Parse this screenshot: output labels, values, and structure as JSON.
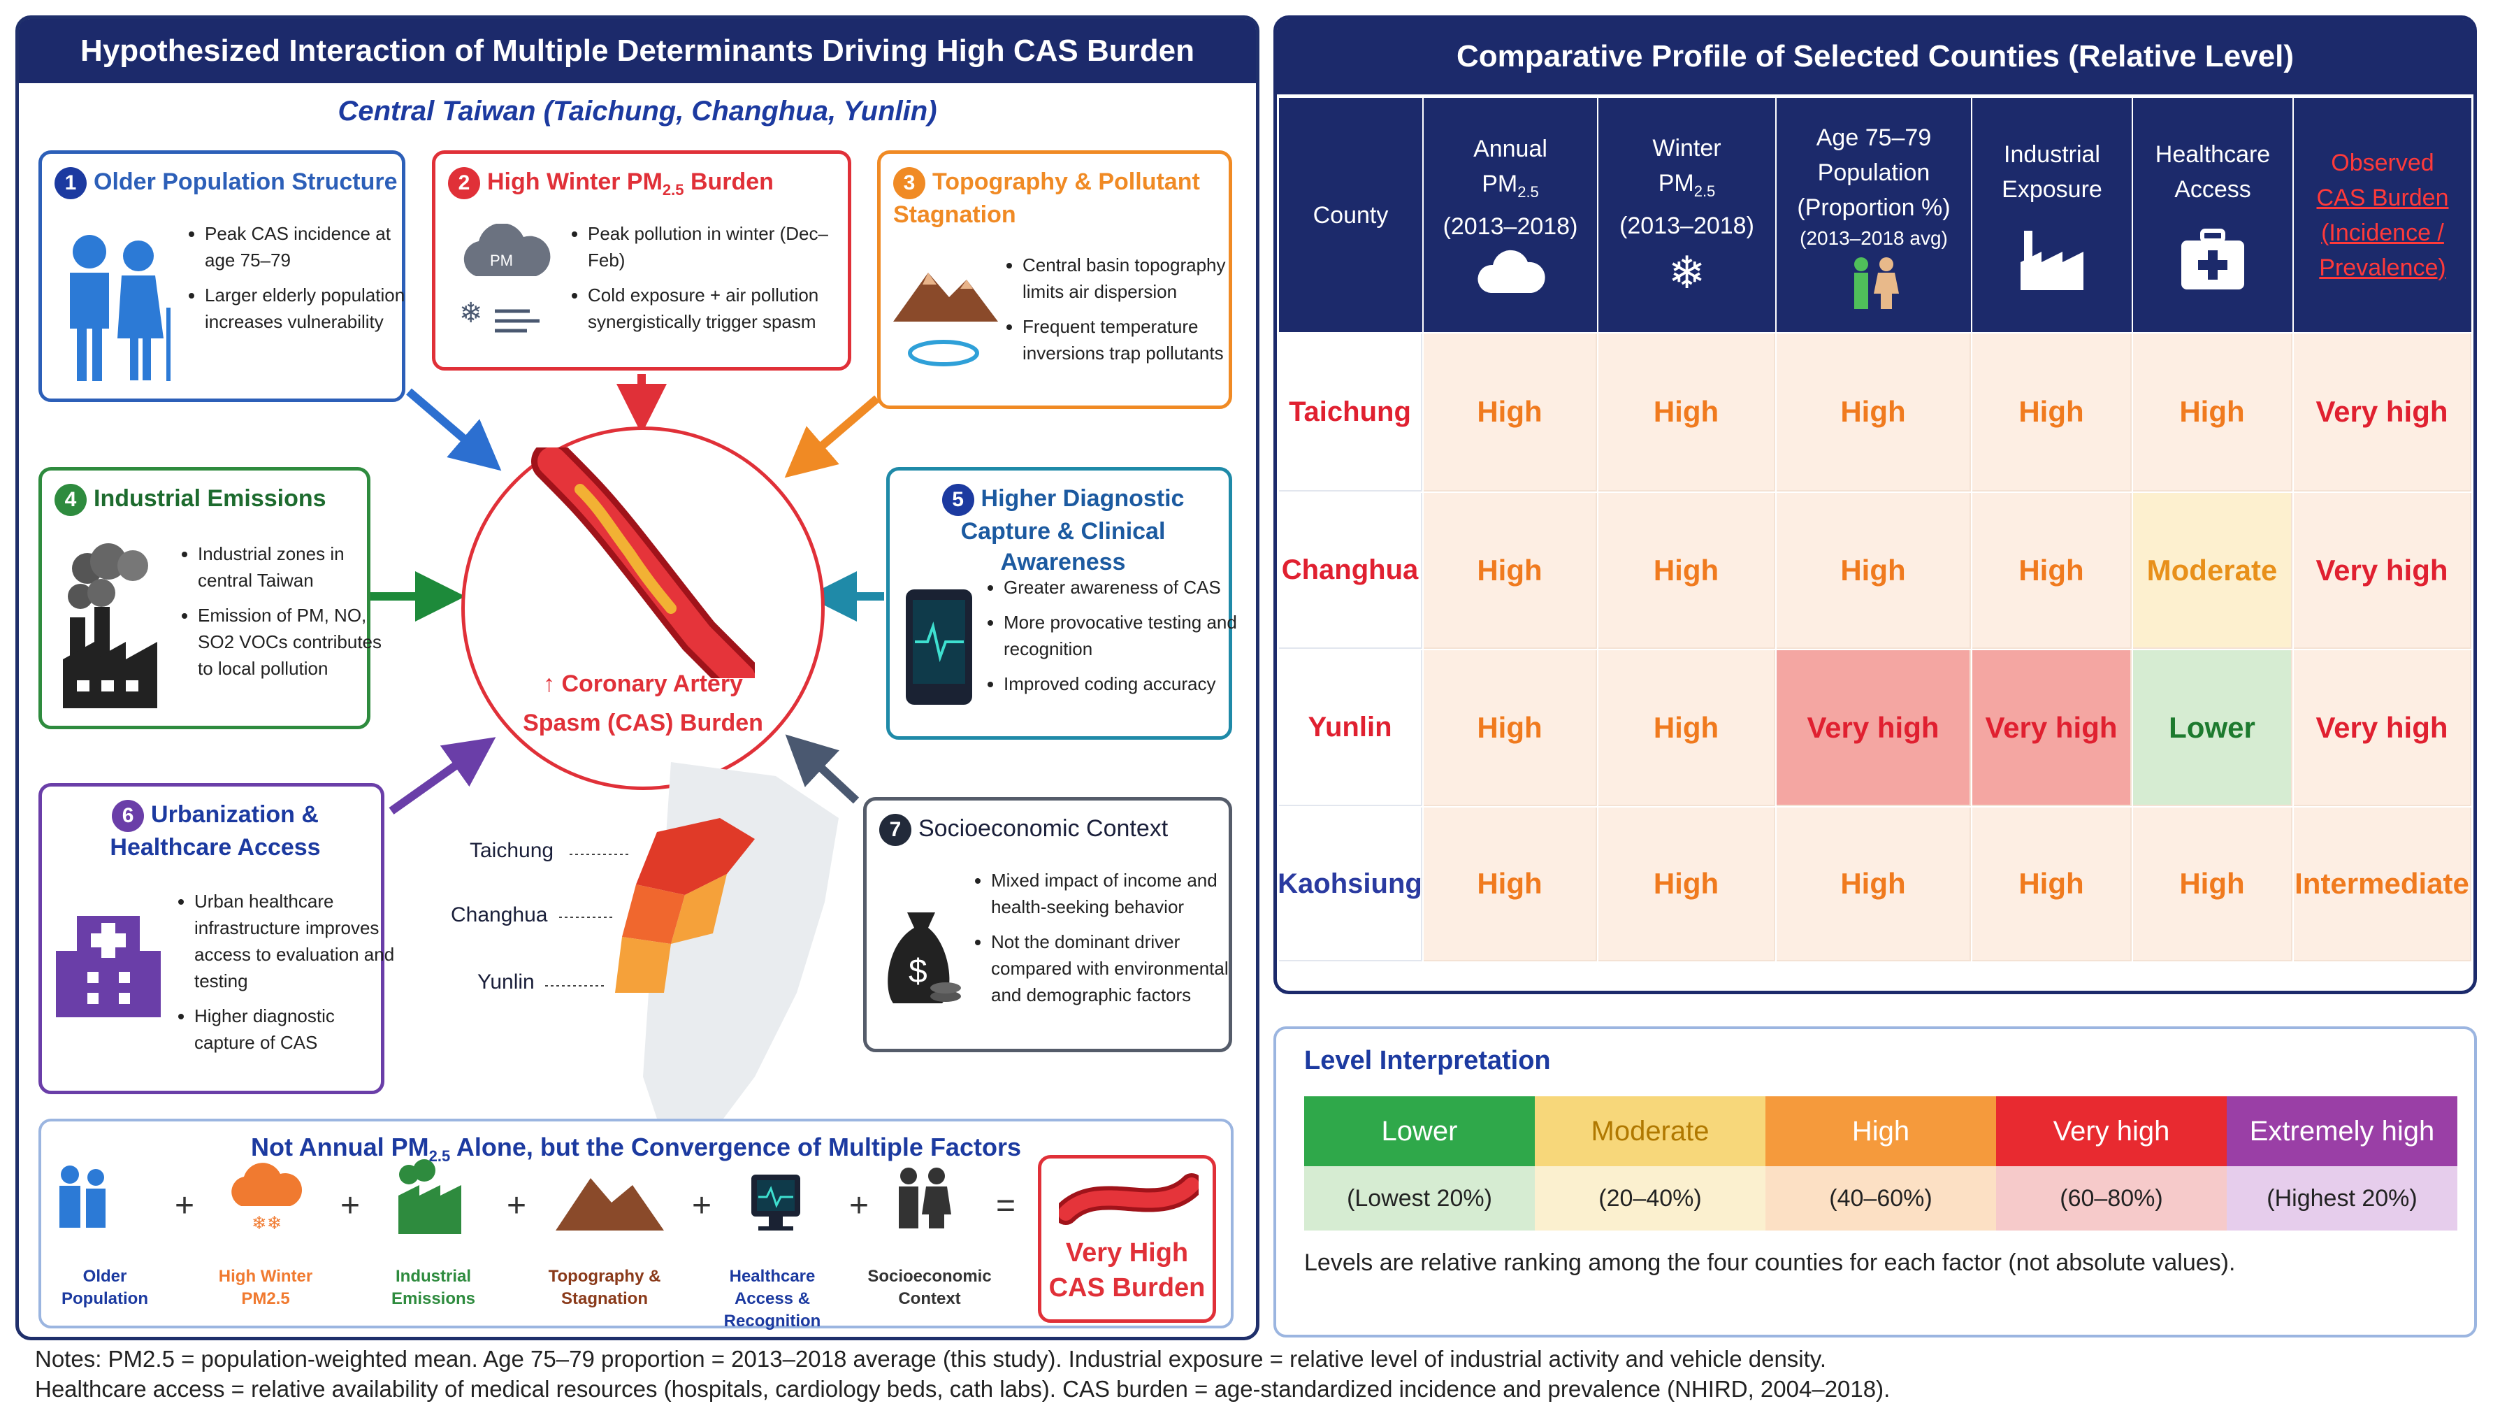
{
  "left_panel": {
    "title": "Hypothesized Interaction of Multiple Determinants Driving High CAS Burden",
    "region": "Central Taiwan (Taichung, Changhua, Yunlin)",
    "factors": [
      {
        "num": "1",
        "title": "Older Population Structure",
        "bullets": [
          "Peak CAS incidence at age 75–79",
          "Larger elderly population increases vulnerability"
        ],
        "color": "#2c5fb8"
      },
      {
        "num": "2",
        "title": "High Winter PM",
        "title_sub": "2.5",
        "title_tail": " Burden",
        "bullets": [
          "Peak pollution in winter (Dec–Feb)",
          "Cold exposure + air pollution synergistically trigger spasm"
        ],
        "color": "#e03038"
      },
      {
        "num": "3",
        "title": "Topography & Pollutant Stagnation",
        "bullets": [
          "Central basin topography limits air dispersion",
          "Frequent temperature inversions trap pollutants"
        ],
        "color": "#f08a24"
      },
      {
        "num": "4",
        "title": "Industrial Emissions",
        "bullets": [
          "Industrial zones in central Taiwan",
          "Emission of PM, NO, SO2 VOCs contributes to local pollution"
        ],
        "color": "#2e8b3e"
      },
      {
        "num": "5",
        "title": "Higher Diagnostic Capture & Clinical Awareness",
        "bullets": [
          "Greater awareness of CAS",
          "More provocative testing and recognition",
          "Improved coding accuracy"
        ],
        "color": "#1f8aa8"
      },
      {
        "num": "6",
        "title": "Urbanization & Healthcare Access",
        "bullets": [
          "Urban healthcare infrastructure improves access to evaluation and testing",
          "Higher diagnostic capture of CAS"
        ],
        "color": "#6a3ea8"
      },
      {
        "num": "7",
        "title": "Socioeconomic Context",
        "bullets": [
          "Mixed impact of income and health-seeking behavior",
          "Not the dominant driver compared with environmental and demographic factors"
        ],
        "color": "#333a4a"
      }
    ],
    "center_label": "↑ Coronary Artery Spasm (CAS) Burden",
    "map_labels": [
      "Taichung",
      "Changhua",
      "Yunlin"
    ],
    "convergence": {
      "title_a": "Not Annual PM",
      "title_sub": "2.5",
      "title_b": " Alone, but the Convergence of Multiple Factors",
      "items": [
        "Older Population",
        "High Winter PM2.5",
        "Industrial Emissions",
        "Topography & Stagnation",
        "Healthcare Access & Recognition",
        "Socioeconomic Context"
      ],
      "result": "Very High CAS Burden"
    }
  },
  "right_panel": {
    "title": "Comparative Profile of Selected Counties (Relative Level)",
    "headers": [
      {
        "l1": "County"
      },
      {
        "l1": "Annual",
        "l2": "PM",
        "sub": "2.5",
        "l3": "(2013–2018)",
        "icon": "cloud-icon"
      },
      {
        "l1": "Winter",
        "l2": "PM",
        "sub": "2.5",
        "l3": "(2013–2018)",
        "icon": "snowflake-icon"
      },
      {
        "l1": "Age 75–79",
        "l2": "Population",
        "l3": "(Proportion %)",
        "l4": "(2013–2018 avg)",
        "icon": "people-icon"
      },
      {
        "l1": "Industrial",
        "l2": "Exposure",
        "icon": "factory-icon"
      },
      {
        "l1": "Healthcare",
        "l2": "Access",
        "icon": "medkit-icon"
      },
      {
        "l1": "Observed",
        "l2": "CAS Burden",
        "l3": "(Incidence /",
        "l4": "Prevalence)"
      }
    ],
    "rows": [
      {
        "county": "Taichung",
        "county_color": "#e02030",
        "cells": [
          "High",
          "High",
          "High",
          "High",
          "High",
          "Very high"
        ]
      },
      {
        "county": "Changhua",
        "county_color": "#e02030",
        "cells": [
          "High",
          "High",
          "High",
          "High",
          "Moderate",
          "Very high"
        ]
      },
      {
        "county": "Yunlin",
        "county_color": "#e02030",
        "cells": [
          "High",
          "High",
          "Very high",
          "Very high",
          "Lower",
          "Very high"
        ]
      },
      {
        "county": "Kaohsiung",
        "county_color": "#2a3aa0",
        "cells": [
          "High",
          "High",
          "High",
          "High",
          "High",
          "Intermediate"
        ]
      }
    ],
    "legend": {
      "title": "Level Interpretation",
      "levels": [
        {
          "name": "Lower",
          "range": "(Lowest 20%)",
          "top": "#2fa84a",
          "bot": "#d6ecd2",
          "fg": "#fff"
        },
        {
          "name": "Moderate",
          "range": "(20–40%)",
          "top": "#f7d77a",
          "bot": "#fbf0cf",
          "fg": "#b07800"
        },
        {
          "name": "High",
          "range": "(40–60%)",
          "top": "#f59a3c",
          "bot": "#fce0c4",
          "fg": "#fff"
        },
        {
          "name": "Very high",
          "range": "(60–80%)",
          "top": "#e82a30",
          "bot": "#f6caca",
          "fg": "#fff"
        },
        {
          "name": "Extremely high",
          "range": "(Highest 20%)",
          "top": "#9a3fa6",
          "bot": "#e6cdec",
          "fg": "#fff"
        }
      ],
      "note": "Levels are relative ranking among the four counties for each factor (not absolute values)."
    }
  },
  "notes": [
    "Notes: PM2.5 = population-weighted mean. Age 75–79 proportion = 2013–2018 average (this study). Industrial exposure = relative level of industrial activity and vehicle density.",
    "Healthcare access = relative availability of medical resources (hospitals, cardiology beds, cath labs). CAS burden = age-standardized incidence and prevalence (NHIRD, 2004–2018)."
  ]
}
